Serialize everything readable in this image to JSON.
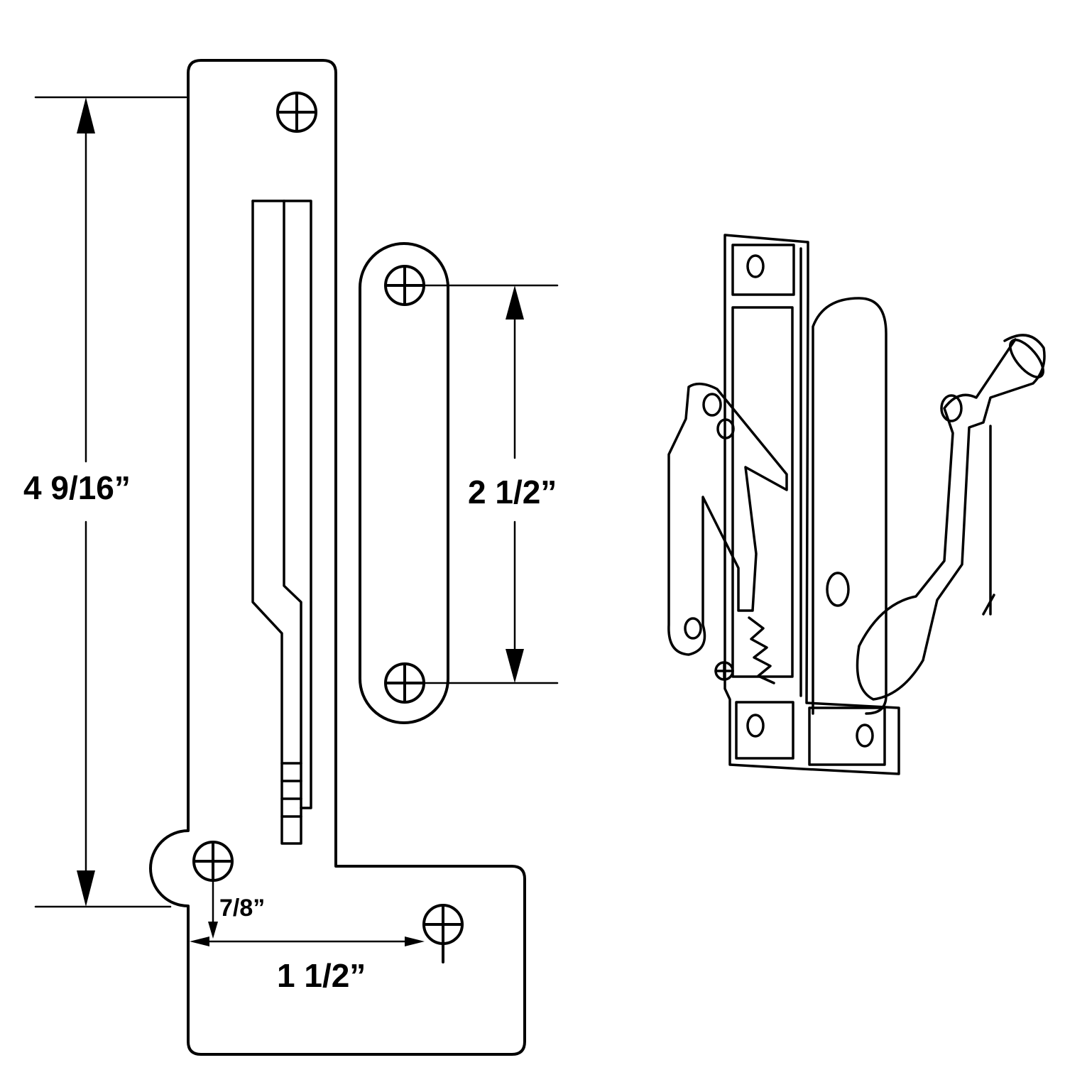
{
  "dimensions": {
    "overall_height": "4 9/16”",
    "strap_hole_spacing": "2 1/2”",
    "foot_offset": "7/8”",
    "foot_hole_spacing": "1 1/2”"
  },
  "colors": {
    "line": "#000000",
    "background": "#ffffff"
  }
}
